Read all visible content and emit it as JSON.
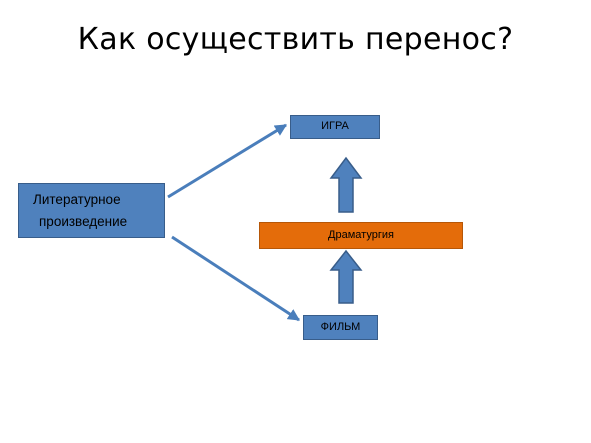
{
  "title": "Как осуществить перенос?",
  "nodes": {
    "source": {
      "line1": "Литературное",
      "line2": "произведение"
    },
    "game": "ИГРА",
    "drama": "Драматургия",
    "film": "ФИЛЬМ"
  },
  "colors": {
    "box_fill": "#4f81bd",
    "box_border": "#385d8a",
    "drama_fill": "#e46c0a",
    "drama_border": "#b65708",
    "connector": "#4a7ebb",
    "text": "#000000"
  }
}
